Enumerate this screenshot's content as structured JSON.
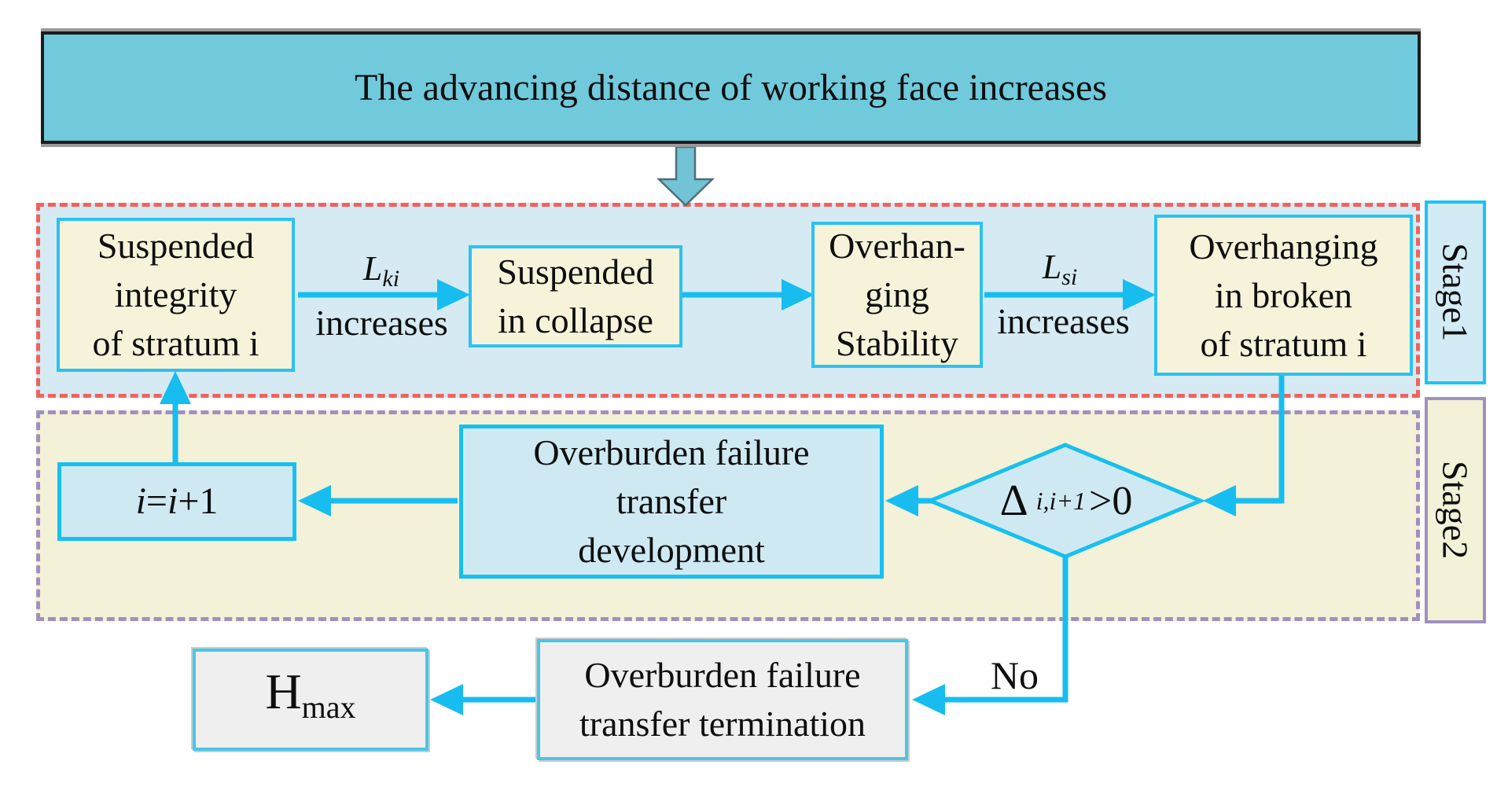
{
  "banner": {
    "text": "The advancing distance of working face increases"
  },
  "stage1": {
    "label": "Stage1",
    "box_suspended_integrity": "Suspended\nintegrity\nof stratum i",
    "box_suspended_collapse": "Suspended\nin collapse",
    "box_overhanging_stability": "Overhan-\nging\nStability",
    "box_overhanging_broken": "Overhanging\nin broken\nof stratum i",
    "label_lki": {
      "symbol": "L",
      "subscript": "ki",
      "caption": "increases"
    },
    "label_lsi": {
      "symbol": "L",
      "subscript": "si",
      "caption": "increases"
    }
  },
  "stage2": {
    "label": "Stage2",
    "box_iteration": {
      "var1": "i",
      "equals": "=",
      "var2": "i",
      "increment": "+1"
    },
    "box_transfer_development": "Overburden failure\ntransfer\ndevelopment",
    "decision": {
      "symbol": "Δ",
      "subscript": "i,i+1",
      "condition": ">0"
    }
  },
  "outcome": {
    "no_label": "No",
    "box_transfer_termination": "Overburden failure\ntransfer termination",
    "hmax": {
      "symbol": "H",
      "subscript": "max"
    }
  },
  "colors": {
    "banner_fill": "#70cadc",
    "arrow_cyan": "#18bdf0",
    "down_arrow_fill": "#72c3d6",
    "down_arrow_outline": "#4e6f7b",
    "stage1_fill": "#d5eaf2",
    "stage1_border": "#f0625e",
    "stage2_fill": "#f3f1d8",
    "stage2_border": "#a190bc",
    "process_box_fill": "#f6f3da",
    "process_box_border": "#2cc2ef",
    "blue_box_fill": "#cfe9f3",
    "blue_box_border": "#17c0ee",
    "result_box_fill": "#efefef",
    "result_box_border": "#49c6e8"
  }
}
